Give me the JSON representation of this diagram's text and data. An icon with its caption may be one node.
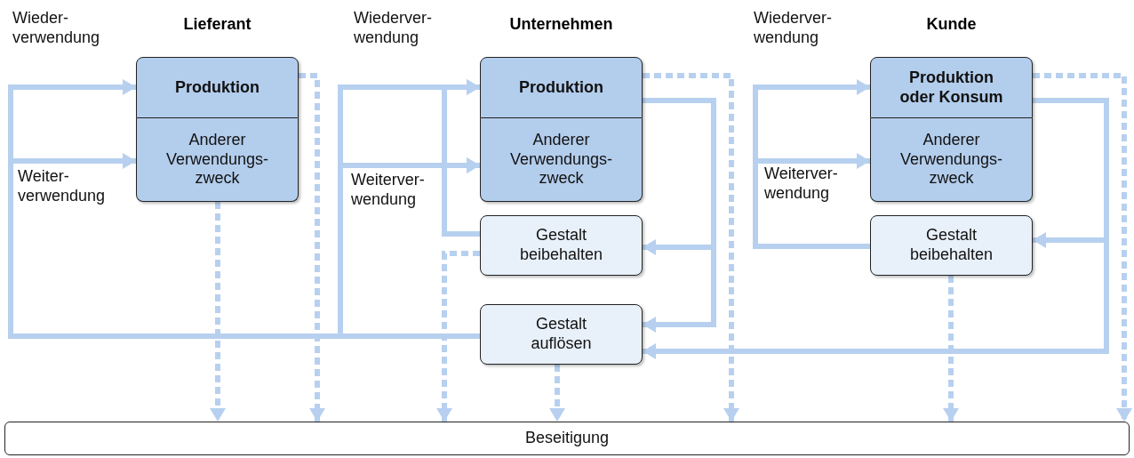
{
  "diagram": {
    "nodes": [
      {
        "text": [
          "Lieferant"
        ]
      },
      {
        "text": [
          "Produktion"
        ],
        "in": 0
      },
      {
        "text": [
          "Anderer Verwendungs- zweck"
        ],
        "in": 0
      },
      {
        "text": [
          "Unternehmen"
        ]
      },
      {
        "text": [
          "Produktion"
        ],
        "in": 3
      },
      {
        "text": [
          "Anderer Verwendungs- zweck"
        ],
        "in": 3
      },
      {
        "text": [
          "Gestalt beibehalten"
        ]
      },
      {
        "text": [
          "Gestalt auflösen"
        ]
      },
      {
        "text": [
          "Kunde"
        ]
      },
      {
        "text": [
          "Produktion oder Konsum"
        ],
        "in": 8
      },
      {
        "text": [
          "Anderer Verwendungs- zweck"
        ],
        "in": 8
      },
      {
        "text": [
          "Gestalt beibehalten"
        ]
      },
      {
        "text": [
          "Beseitigung"
        ]
      }
    ],
    "edges": [
      {
        "from": 7,
        "to": 1,
        "arrow": "to"
      },
      {
        "from": 7,
        "to": 2,
        "arrow": "to"
      },
      {
        "from": 7,
        "to": 4,
        "arrow": "to"
      },
      {
        "from": 7,
        "to": 5,
        "arrow": "to"
      },
      {
        "from": 6,
        "to": 4,
        "arrow": "to"
      },
      {
        "from": 6,
        "to": 5,
        "arrow": "to"
      },
      {
        "from": 4,
        "to": 6,
        "arrow": "to"
      },
      {
        "from": 4,
        "to": 7,
        "arrow": "to"
      },
      {
        "from": 9,
        "to": 11,
        "arrow": "to"
      },
      {
        "from": 9,
        "to": 7,
        "arrow": "to"
      },
      {
        "from": 11,
        "to": 9,
        "arrow": "to"
      },
      {
        "from": 11,
        "to": 10,
        "arrow": "to"
      },
      {
        "from": 2,
        "to": 12,
        "arrow": "to",
        "style": "dashed"
      },
      {
        "from": 1,
        "to": 12,
        "arrow": "to",
        "style": "dashed"
      },
      {
        "from": 6,
        "to": 12,
        "arrow": "to",
        "style": "dashed"
      },
      {
        "from": 7,
        "to": 12,
        "arrow": "to",
        "style": "dashed"
      },
      {
        "from": 4,
        "to": 12,
        "arrow": "to",
        "style": "dashed"
      },
      {
        "from": 11,
        "to": 12,
        "arrow": "to",
        "style": "dashed"
      },
      {
        "from": 9,
        "to": 12,
        "arrow": "to",
        "style": "dashed"
      }
    ],
    "labels": [
      "Wieder- verwendung",
      "Weiter- verwendung",
      "Wiederver- wendung",
      "Weiterver- wendung",
      "Wiederver- wendung",
      "Weiterver- wendung"
    ]
  }
}
